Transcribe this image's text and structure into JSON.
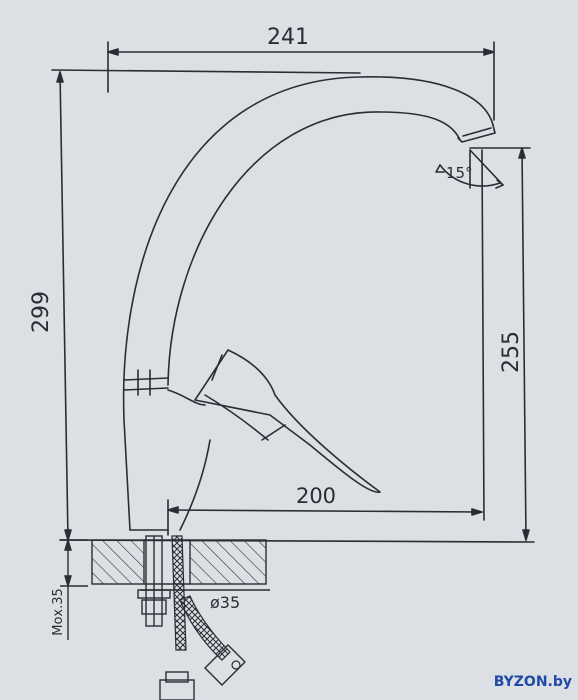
{
  "dimensions": {
    "top_width": "241",
    "total_height": "299",
    "spout_height": "255",
    "spout_reach": "200",
    "angle": "15°",
    "hole_diameter": "ø35",
    "countertop": "Мох.35"
  },
  "watermark": "BYZON.by",
  "colors": {
    "paper": "#dcdfe3",
    "ink": "#2a2d33",
    "watermark": "#1f4aa8"
  },
  "icons": [
    "faucet-outline",
    "hatch-pattern",
    "braided-hose"
  ]
}
